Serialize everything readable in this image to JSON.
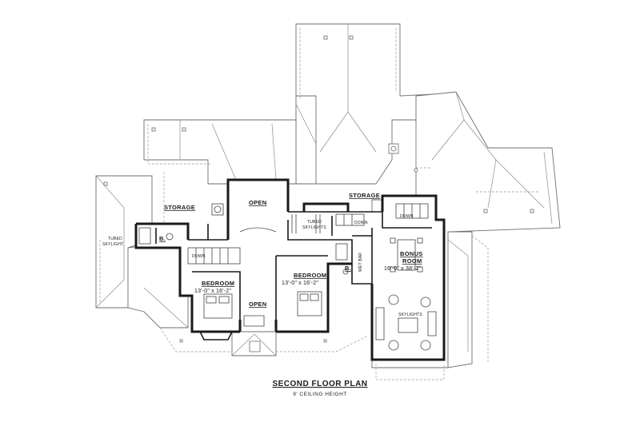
{
  "title": "SECOND FLOOR PLAN",
  "subtitle": "9' CEILING HEIGHT",
  "rooms": {
    "bedroom_left": {
      "name": "BEDROOM",
      "dims": "13'-0\" x 16'-2\""
    },
    "bedroom_right": {
      "name": "BEDROOM",
      "dims": "13'-0\" x 16'-2\""
    },
    "bonus_room_line1": "BONUS",
    "bonus_room_line2": "ROOM",
    "bonus_room_dims": "16'-0\" x 38'-2\""
  },
  "labels": {
    "storage_left": "STORAGE",
    "storage_right": "STORAGE",
    "open_top": "OPEN",
    "open_bottom": "OPEN",
    "bath_left": "B.",
    "bath_right": "B.",
    "down_stair": "DOWN",
    "down_hall": "DOWN",
    "down_bonus": "DOWN",
    "tubed_skylight_left_1": "TUBED",
    "tubed_skylight_left_2": "SKYLIGHT",
    "tubed_skylights_center_1": "TUBED",
    "tubed_skylights_center_2": "SKYLIGHTS",
    "wet_bar": "WET BAR",
    "skylights": "SKYLIGHTS"
  }
}
